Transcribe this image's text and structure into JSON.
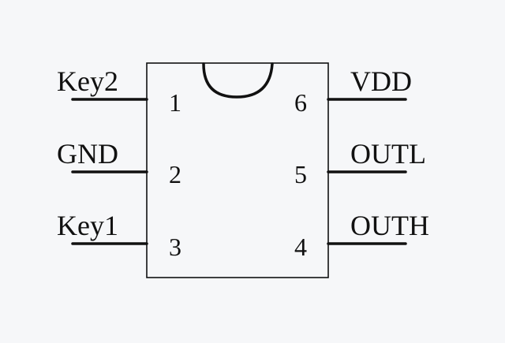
{
  "component": {
    "pins": [
      {
        "number": "1",
        "label": "Key2",
        "side": "left"
      },
      {
        "number": "2",
        "label": "GND",
        "side": "left"
      },
      {
        "number": "3",
        "label": "Key1",
        "side": "left"
      },
      {
        "number": "4",
        "label": "OUTH",
        "side": "right"
      },
      {
        "number": "5",
        "label": "OUTL",
        "side": "right"
      },
      {
        "number": "6",
        "label": "VDD",
        "side": "right"
      }
    ]
  }
}
